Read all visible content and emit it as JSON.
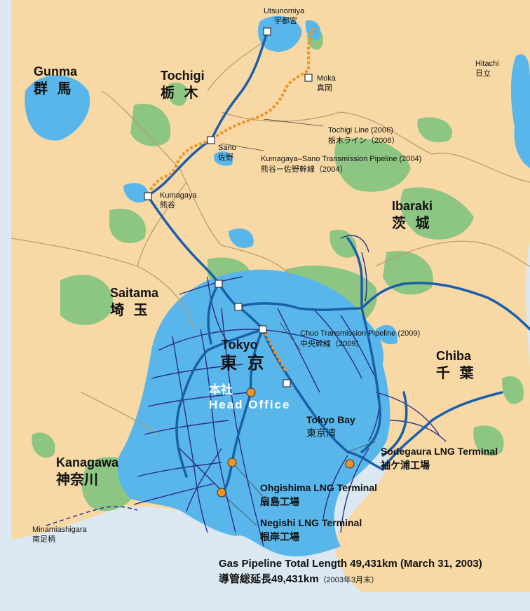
{
  "prefectures": {
    "gunma": {
      "en": "Gunma",
      "jp": "群 馬"
    },
    "tochigi": {
      "en": "Tochigi",
      "jp": "栃 木"
    },
    "ibaraki": {
      "en": "Ibaraki",
      "jp": "茨 城"
    },
    "saitama": {
      "en": "Saitama",
      "jp": "埼 玉"
    },
    "tokyo": {
      "en": "Tokyo",
      "jp": "東 京"
    },
    "chiba": {
      "en": "Chiba",
      "jp": "千 葉"
    },
    "kanagawa": {
      "en": "Kanagawa",
      "jp": "神奈川"
    }
  },
  "cities": {
    "utsunomiya": {
      "en": "Utsunomiya",
      "jp": "宇都宮"
    },
    "moka": {
      "en": "Moka",
      "jp": "真岡"
    },
    "hitachi": {
      "en": "Hitachi",
      "jp": "日立"
    },
    "sano": {
      "en": "Sano",
      "jp": "佐野"
    },
    "kumagaya": {
      "en": "Kumagaya",
      "jp": "熊谷"
    },
    "minamiashigara": {
      "en": "Minamiashigara",
      "jp": "南足柄"
    }
  },
  "pipelines": {
    "tochigi_line": {
      "en": "Tochigi Line (2006)",
      "jp": "栃木ライン（2006）"
    },
    "kumagaya_sano": {
      "en": "Kumagaya–Sano Transmission Pipeline (2004)",
      "jp": "熊谷ー佐野幹線（2004）"
    },
    "chuo": {
      "en": "Chuo Transmission Pipeline (2009)",
      "jp": "中央幹線（2009）"
    }
  },
  "head_office": {
    "jp": "本社",
    "en": "Head Office"
  },
  "bay": {
    "en": "Tokyo Bay",
    "jp": "東京湾"
  },
  "terminals": {
    "sodegaura": {
      "en": "Sodegaura LNG Terminal",
      "jp": "袖ケ浦工場"
    },
    "ohgishima": {
      "en": "Ohgishima LNG Terminal",
      "jp": "扇島工場"
    },
    "negishi": {
      "en": "Negishi LNG Terminal",
      "jp": "根岸工場"
    }
  },
  "total": {
    "en": "Gas Pipeline Total Length 49,431km (March 31, 2003)",
    "jp": "導管総延長49,431km",
    "jp_date": "（2003年3月末）"
  },
  "colors": {
    "land": "#f8d9a6",
    "water": "#dbe8f2",
    "service_area": "#58b6ea",
    "forest": "#8dc583",
    "pipeline_main": "#1a5faa",
    "pipeline_local": "#2b2f86",
    "planned_pipeline": "#f29222",
    "terminal": "#f29222"
  }
}
